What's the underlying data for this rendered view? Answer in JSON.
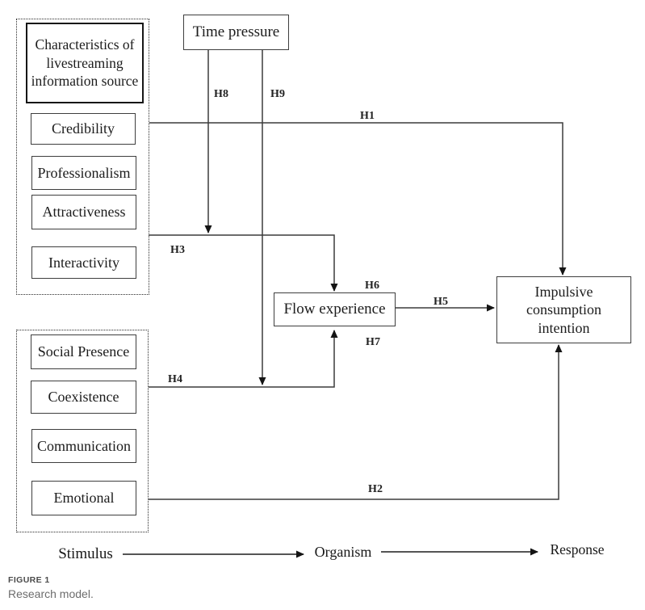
{
  "colors": {
    "line": "#3c3c3c",
    "arrowhead": "#141414",
    "box_border": "#3e3e3e",
    "title_border": "#161616",
    "caption_label": "#4b4b4b",
    "caption_text": "#6d6d6d"
  },
  "groups": {
    "source": {
      "title": "Characteristics of livestreaming information source",
      "items": [
        "Credibility",
        "Professionalism",
        "Attractiveness",
        "Interactivity"
      ]
    },
    "social": {
      "items": [
        "Social Presence",
        "Coexistence",
        "Communication",
        "Emotional"
      ]
    }
  },
  "nodes": {
    "time_pressure": "Time pressure",
    "flow": "Flow experience",
    "impulsive": "Impulsive consumption intention"
  },
  "hypotheses": {
    "h1": "H1",
    "h2": "H2",
    "h3": "H3",
    "h4": "H4",
    "h5": "H5",
    "h6": "H6",
    "h7": "H7",
    "h8": "H8",
    "h9": "H9"
  },
  "axis": {
    "stimulus": "Stimulus",
    "organism": "Organism",
    "response": "Response"
  },
  "caption": {
    "label": "FIGURE 1",
    "text": "Research model."
  }
}
